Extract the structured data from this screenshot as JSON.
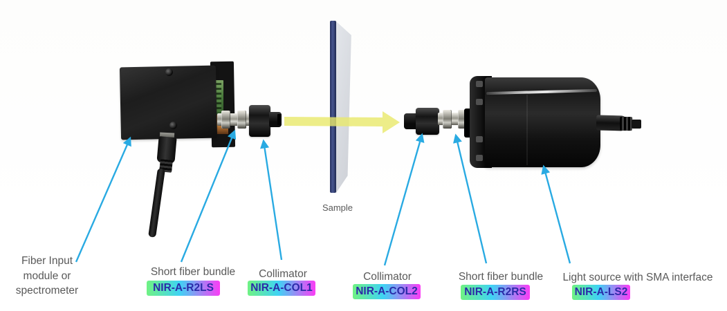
{
  "annotations": {
    "spectrometer": {
      "label": "Fiber Input module or spectrometer"
    },
    "fiber_left": {
      "label": "Short fiber bundle",
      "part": "NIR-A-R2LS"
    },
    "collimator_left": {
      "label": "Collimator",
      "part": "NIR-A-COL1"
    },
    "sample": {
      "label": "Sample"
    },
    "collimator_right": {
      "label": "Collimator",
      "part": "NIR-A-COL2"
    },
    "fiber_right": {
      "label": "Short fiber bundle",
      "part": "NIR-A-R2RS"
    },
    "light_source": {
      "label": "Light source with SMA interface",
      "part": "NIR-A-LS2"
    }
  },
  "colors": {
    "arrow_cyan": "#29aae2",
    "beam_yellow": "#e9e96a",
    "label_text": "#595959",
    "part_text": "#2b2ba8",
    "badge_green": "#70f283",
    "badge_cyan": "#3fd3f4",
    "badge_magenta": "#fb3cf5"
  }
}
